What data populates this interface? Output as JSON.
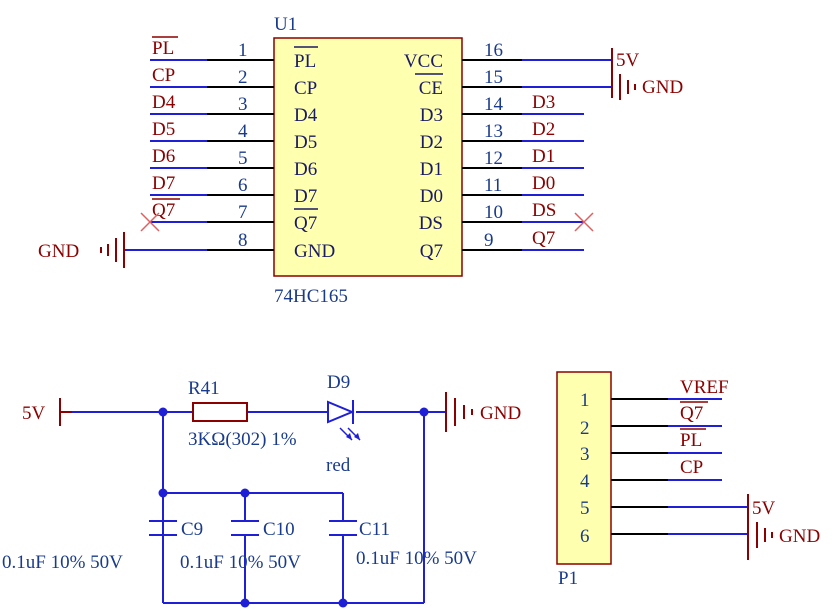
{
  "u1": {
    "designator": "U1",
    "part": "74HC165",
    "left_pins": [
      {
        "num": "1",
        "name": "PL",
        "net": "PL"
      },
      {
        "num": "2",
        "name": "CP",
        "net": "CP"
      },
      {
        "num": "3",
        "name": "D4",
        "net": "D4"
      },
      {
        "num": "4",
        "name": "D5",
        "net": "D5"
      },
      {
        "num": "5",
        "name": "D6",
        "net": "D6"
      },
      {
        "num": "6",
        "name": "D7",
        "net": "D7"
      },
      {
        "num": "7",
        "name": "Q7",
        "net": "Q7"
      },
      {
        "num": "8",
        "name": "GND",
        "net": ""
      }
    ],
    "right_pins": [
      {
        "num": "16",
        "name": "VCC",
        "net": ""
      },
      {
        "num": "15",
        "name": "CE",
        "net": ""
      },
      {
        "num": "14",
        "name": "D3",
        "net": "D3"
      },
      {
        "num": "13",
        "name": "D2",
        "net": "D2"
      },
      {
        "num": "12",
        "name": "D1",
        "net": "D1"
      },
      {
        "num": "11",
        "name": "D0",
        "net": "D0"
      },
      {
        "num": "10",
        "name": "DS",
        "net": "DS"
      },
      {
        "num": "9",
        "name": "Q7",
        "net": "Q7"
      }
    ]
  },
  "power": {
    "vcc": "5V",
    "gnd": "GND"
  },
  "r41": {
    "designator": "R41",
    "value": "3KΩ(302) 1%"
  },
  "d9": {
    "designator": "D9",
    "color": "red"
  },
  "caps": [
    {
      "designator": "C9",
      "value": "0.1uF 10% 50V"
    },
    {
      "designator": "C10",
      "value": "0.1uF 10% 50V"
    },
    {
      "designator": "C11",
      "value": "0.1uF 10% 50V"
    }
  ],
  "p1": {
    "designator": "P1",
    "pins": [
      "1",
      "2",
      "3",
      "4",
      "5",
      "6"
    ],
    "nets": [
      "VREF",
      "Q7",
      "PL",
      "CP"
    ]
  }
}
